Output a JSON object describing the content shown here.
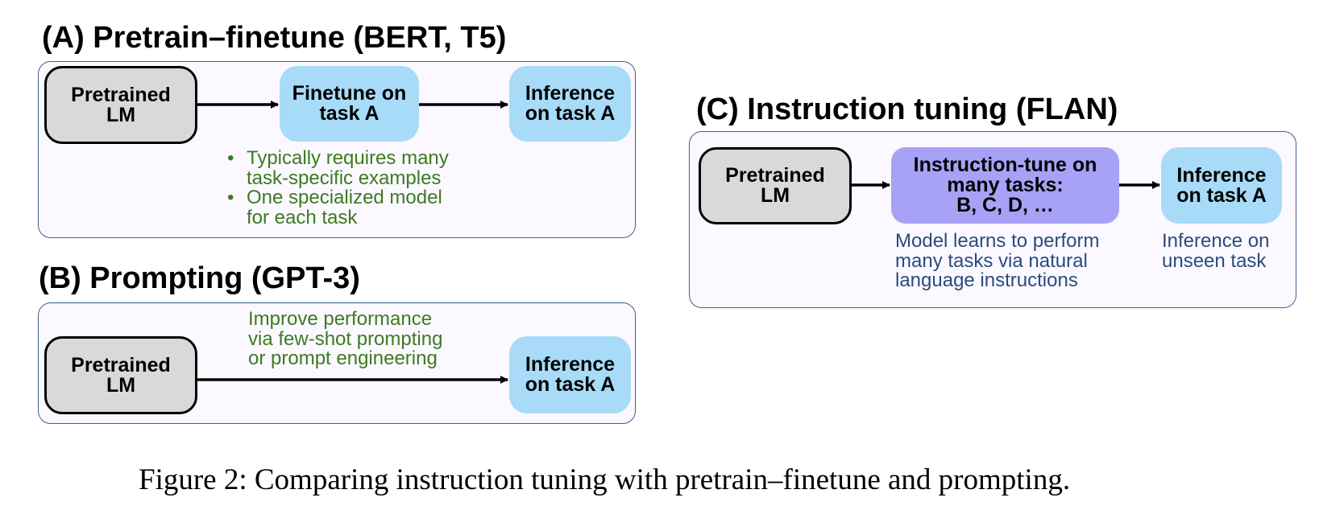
{
  "panel_a": {
    "title": "(A) Pretrain–finetune (BERT, T5)",
    "pretrained": [
      "Pretrained",
      "LM"
    ],
    "finetune": [
      "Finetune on",
      "task A"
    ],
    "inference": [
      "Inference",
      "on task A"
    ],
    "notes": [
      [
        "Typically requires many",
        "task-specific examples"
      ],
      [
        "One specialized model",
        "for each task"
      ]
    ]
  },
  "panel_b": {
    "title": "(B) Prompting (GPT-3)",
    "pretrained": [
      "Pretrained",
      "LM"
    ],
    "inference": [
      "Inference",
      "on task A"
    ],
    "note": [
      "Improve performance",
      "via few-shot prompting",
      "or prompt engineering"
    ]
  },
  "panel_c": {
    "title": "(C) Instruction tuning (FLAN)",
    "pretrained": [
      "Pretrained",
      "LM"
    ],
    "instruction_tune": [
      "Instruction-tune on",
      "many tasks:",
      "B, C, D, …"
    ],
    "inference": [
      "Inference",
      "on task A"
    ],
    "note_left": [
      "Model learns to perform",
      "many tasks via natural",
      "language instructions"
    ],
    "note_right": [
      "Inference on",
      "unseen task"
    ]
  },
  "caption": "Figure 2: Comparing instruction tuning with pretrain–finetune and prompting.",
  "colors": {
    "panel_border": "#3f5f8a",
    "panel_fill": "#fbf9ff",
    "gray_box": "#d9d9d9",
    "blue_box": "#a8dbf7",
    "purple_box": "#a8a2f6",
    "green_text": "#3d7a22",
    "navy_text": "#2b4b7e"
  }
}
